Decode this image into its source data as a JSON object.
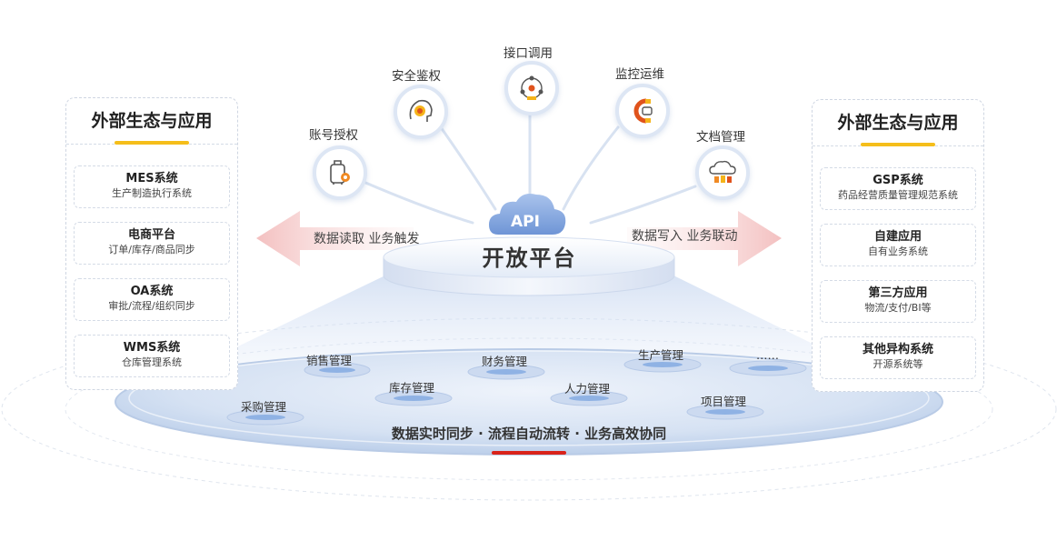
{
  "left_panel": {
    "title": "外部生态与应用",
    "items": [
      {
        "title": "MES系统",
        "sub": "生产制造执行系统"
      },
      {
        "title": "电商平台",
        "sub": "订单/库存/商品同步"
      },
      {
        "title": "OA系统",
        "sub": "审批/流程/组织同步"
      },
      {
        "title": "WMS系统",
        "sub": "仓库管理系统"
      }
    ]
  },
  "right_panel": {
    "title": "外部生态与应用",
    "items": [
      {
        "title": "GSP系统",
        "sub": "药品经营质量管理规范系统"
      },
      {
        "title": "自建应用",
        "sub": "自有业务系统"
      },
      {
        "title": "第三方应用",
        "sub": "物流/支付/BI等"
      },
      {
        "title": "其他异构系统",
        "sub": "开源系统等"
      }
    ]
  },
  "capabilities": {
    "account_auth": "账号授权",
    "security_auth": "安全鉴权",
    "api_call": "接口调用",
    "monitoring": "监控运维",
    "docs": "文档管理"
  },
  "flows": {
    "left": "数据读取  业务触发",
    "right": "数据写入  业务联动"
  },
  "center": {
    "api": "API",
    "title": "开放平台"
  },
  "modules": {
    "sales": "销售管理",
    "finance": "财务管理",
    "production": "生产管理",
    "more": "……",
    "purchase": "采购管理",
    "inventory": "库存管理",
    "hr": "人力管理",
    "project": "项目管理"
  },
  "slogan": "数据实时同步 · 流程自动流转 · 业务高效协同",
  "colors": {
    "accent_yellow": "#f5be1a",
    "accent_red": "#d9231a",
    "platform_blue": "#cbd9ef",
    "arrow_pink": "#f6cfcf"
  }
}
